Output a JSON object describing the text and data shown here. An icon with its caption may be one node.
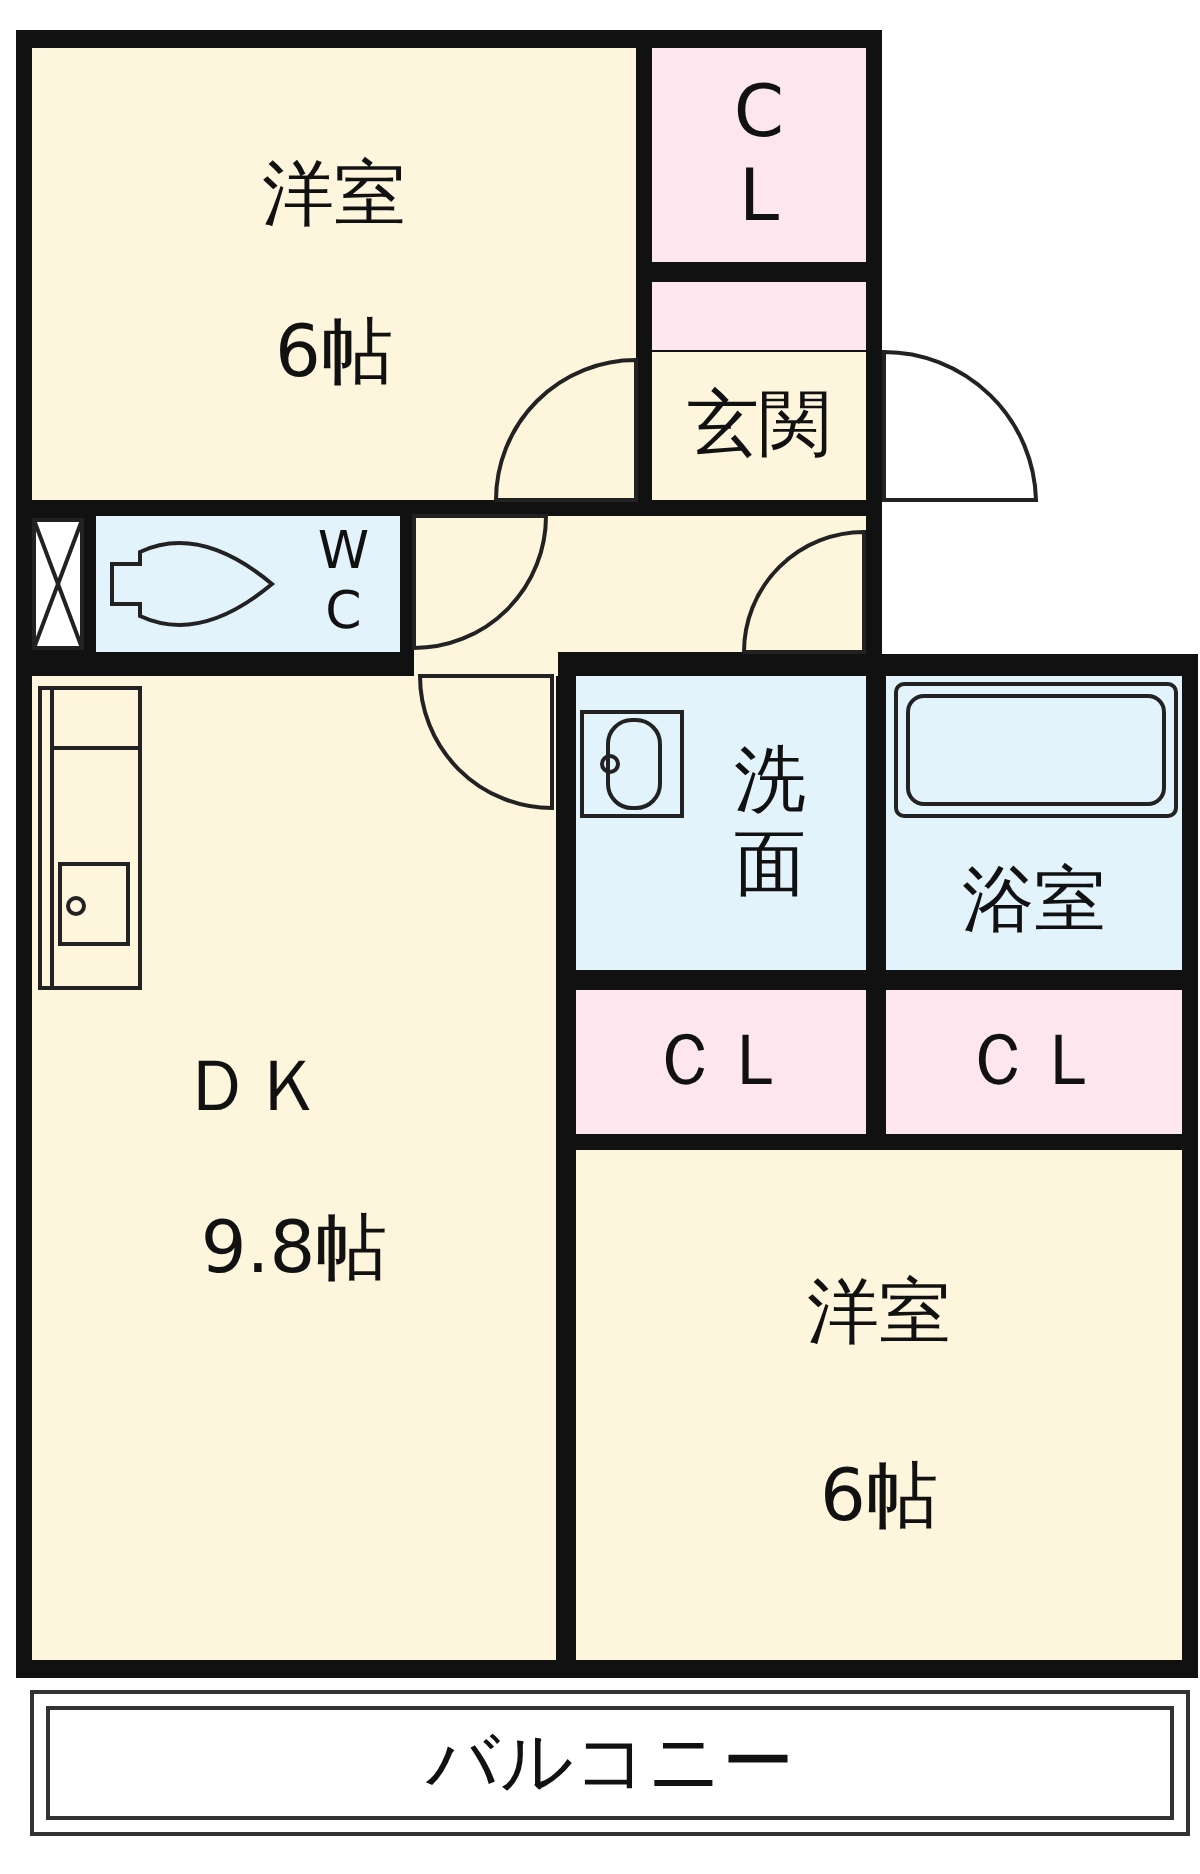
{
  "diagram": {
    "nodes": [
      {
        "text": [
          "洋室",
          "6帖"
        ]
      },
      {
        "text": [
          "C L"
        ]
      },
      {
        "text": [],
        "shape": "box"
      },
      {
        "text": [
          "玄関"
        ]
      },
      {
        "text": [
          "W C"
        ]
      },
      {
        "text": [
          "洗面"
        ]
      },
      {
        "text": [
          "浴室"
        ]
      },
      {
        "text": [
          "ＤＫ",
          "9.8帖"
        ]
      },
      {
        "text": [
          "ＣＬ"
        ]
      },
      {
        "text": [
          "ＣＬ"
        ]
      },
      {
        "text": [
          "洋室",
          "6帖"
        ]
      },
      {
        "text": [
          "バルコニー"
        ]
      }
    ]
  }
}
